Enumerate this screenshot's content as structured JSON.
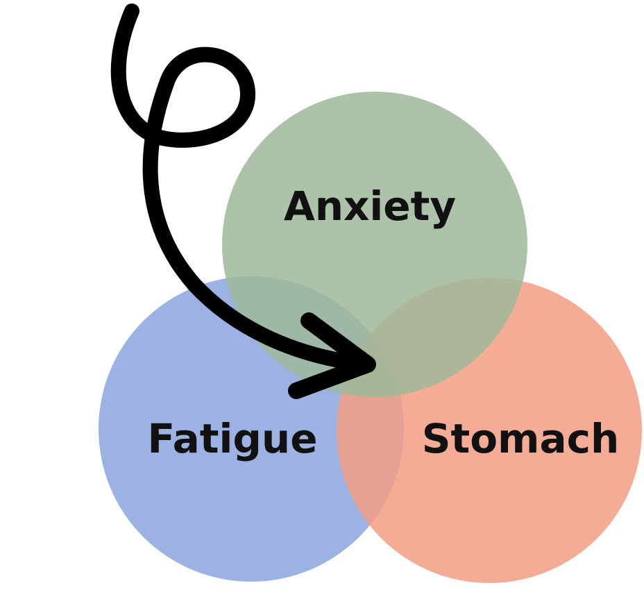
{
  "diagram": {
    "type": "venn",
    "sets": [
      {
        "id": "anxiety",
        "label": "Anxiety",
        "color": "#9fb89a"
      },
      {
        "id": "fatigue",
        "label": "Fatigue",
        "color": "#8aa4de"
      },
      {
        "id": "stomach",
        "label": "Stomach",
        "color": "#f29e84"
      }
    ],
    "arrow": {
      "color": "#000000",
      "style": "looped-curve",
      "points_to": "center-overlap"
    }
  }
}
